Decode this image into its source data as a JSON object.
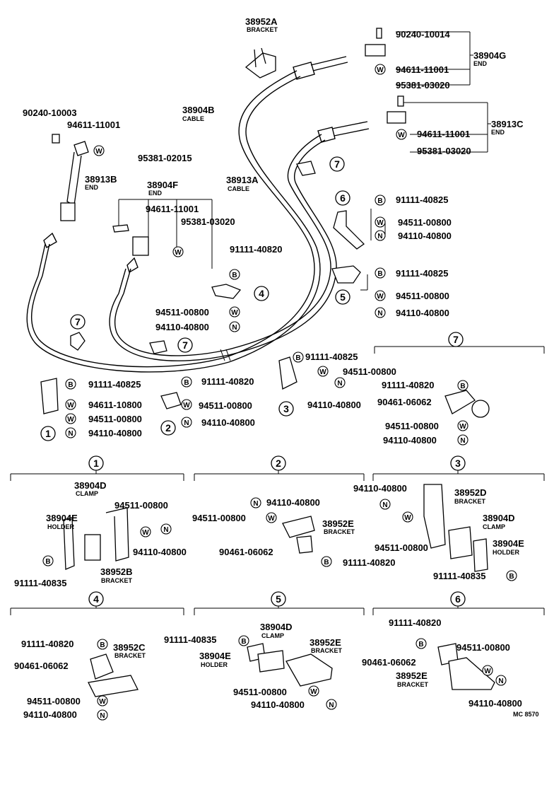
{
  "diagram": {
    "parts": {
      "p_38952A": "38952A",
      "s_bracket_a": "BRACKET",
      "p_90240_10014": "90240-10014",
      "p_38904G": "38904G",
      "s_end_g": "END",
      "p_94611_11001_a": "94611-11001",
      "p_95381_03020_a": "95381-03020",
      "p_38904B": "38904B",
      "s_cable_b": "CABLE",
      "p_38913C": "38913C",
      "s_end_c": "END",
      "p_94611_11001_b": "94611-11001",
      "p_95381_03020_b": "95381-03020",
      "p_90240_10003": "90240-10003",
      "p_94611_11001_c": "94611-11001",
      "p_95381_02015": "95381-02015",
      "p_38913B": "38913B",
      "s_end_b": "END",
      "p_38904F": "38904F",
      "s_end_f": "END",
      "p_94611_11001_d": "94611-11001",
      "p_95381_03020_c": "95381-03020",
      "p_38913A": "38913A",
      "s_cable_a": "CABLE",
      "p_91111_40825_a": "91111-40825",
      "p_94511_00800_a": "94511-00800",
      "p_94110_40800_a": "94110-40800",
      "p_91111_40820_a": "91111-40820",
      "p_91111_40825_b": "91111-40825",
      "p_94511_00800_b": "94511-00800",
      "p_94110_40800_b": "94110-40800",
      "p_94511_00800_c": "94511-00800",
      "p_94110_40800_c": "94110-40800",
      "p_91111_40825_c": "91111-40825",
      "p_94511_00800_d": "94511-00800",
      "p_94110_40800_d": "94110-40800",
      "p_91111_40825_e": "91111-40825",
      "p_94611_10800": "94611-10800",
      "p_94511_00800_e": "94511-00800",
      "p_94110_40800_e": "94110-40800",
      "p_91111_40820_b": "91111-40820",
      "p_94511_00800_f": "94511-00800",
      "p_94110_40800_f": "94110-40800",
      "p_91111_40820_c": "91111-40820",
      "p_90461_06062_a": "90461-06062",
      "p_94511_00800_g": "94511-00800",
      "p_94110_40800_g": "94110-40800",
      "p_38904D_1": "38904D",
      "s_clamp_1": "CLAMP",
      "p_94511_00800_h": "94511-00800",
      "p_38904E_1": "38904E",
      "s_holder_1": "HOLDER",
      "p_94110_40800_h": "94110-40800",
      "p_91111_40835_1": "91111-40835",
      "p_38952B": "38952B",
      "s_bracket_b": "BRACKET",
      "p_94110_40800_i": "94110-40800",
      "p_94511_00800_i": "94511-00800",
      "p_38952E_2": "38952E",
      "s_bracket_e2": "BRACKET",
      "p_90461_06062_b": "90461-06062",
      "p_91111_40820_d": "91111-40820",
      "p_94110_40800_j": "94110-40800",
      "p_38952D": "38952D",
      "s_bracket_d": "BRACKET",
      "p_38904D_3": "38904D",
      "s_clamp_3": "CLAMP",
      "p_94511_00800_j": "94511-00800",
      "p_38904E_3": "38904E",
      "s_holder_3": "HOLDER",
      "p_91111_40835_3": "91111-40835",
      "p_91111_40820_e": "91111-40820",
      "p_38952C": "38952C",
      "s_bracket_c": "BRACKET",
      "p_90461_06062_c": "90461-06062",
      "p_94511_00800_k": "94511-00800",
      "p_94110_40800_k": "94110-40800",
      "p_91111_40835_5": "91111-40835",
      "p_38904D_5": "38904D",
      "s_clamp_5": "CLAMP",
      "p_38952E_5": "38952E",
      "s_bracket_e5": "BRACKET",
      "p_38904E_5": "38904E",
      "s_holder_5": "HOLDER",
      "p_94511_00800_l": "94511-00800",
      "p_94110_40800_l": "94110-40800",
      "p_91111_40820_f": "91111-40820",
      "p_94511_00800_m": "94511-00800",
      "p_90461_06062_d": "90461-06062",
      "p_38952E_6": "38952E",
      "s_bracket_e6": "BRACKET",
      "p_94110_40800_m": "94110-40800"
    },
    "callouts": {
      "c1": "1",
      "c2": "2",
      "c3": "3",
      "c4": "4",
      "c5": "5",
      "c6": "6",
      "c7": "7"
    },
    "symbols": {
      "bolt": "B",
      "washer": "W",
      "nut": "N"
    },
    "code": "MC 8570"
  }
}
